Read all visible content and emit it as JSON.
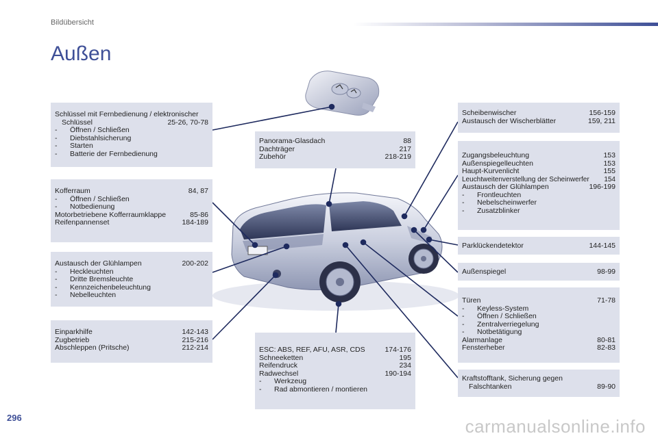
{
  "header": {
    "section": "Bildübersicht",
    "title": "Außen"
  },
  "page_number": "296",
  "footer": {
    "watermark": "carmanualsonline.info"
  },
  "boxes": {
    "key": {
      "line1": "Schlüssel mit Fernbedienung / elektronischer",
      "line2_label": "Schlüssel",
      "line2_pages": "25-26, 70-78",
      "subs": [
        "Öffnen / Schließen",
        "Diebstahlsicherung",
        "Starten",
        "Batterie der Fernbedienung"
      ]
    },
    "trunk": {
      "r1_label": "Kofferraum",
      "r1_pages": "84, 87",
      "subs": [
        "Öffnen / Schließen",
        "Notbedienung"
      ],
      "r2_label": "Motorbetriebene Kofferraumklappe",
      "r2_pages": "85-86",
      "r3_label": "Reifenpannenset",
      "r3_pages": "184-189"
    },
    "rear_bulbs": {
      "r1_label": "Austausch der Glühlampen",
      "r1_pages": "200-202",
      "subs": [
        "Heckleuchten",
        "Dritte Bremsleuchte",
        "Kennzeichenbeleuchtung",
        "Nebelleuchten"
      ]
    },
    "parking": {
      "r1_label": "Einparkhilfe",
      "r1_pages": "142-143",
      "r2_label": "Zugbetrieb",
      "r2_pages": "215-216",
      "r3_label": "Abschleppen (Pritsche)",
      "r3_pages": "212-214"
    },
    "roof": {
      "r1_label": "Panorama-Glasdach",
      "r1_pages": "88",
      "r2_label": "Dachträger",
      "r2_pages": "217",
      "r3_label": "Zubehör",
      "r3_pages": "218-219"
    },
    "esc": {
      "r1_label": "ESC: ABS, REF, AFU, ASR, CDS",
      "r1_pages": "174-176",
      "r2_label": "Schneeketten",
      "r2_pages": "195",
      "r3_label": "Reifendruck",
      "r3_pages": "234",
      "r4_label": "Radwechsel",
      "r4_pages": "190-194",
      "subs": [
        "Werkzeug",
        "Rad abmontieren / montieren"
      ]
    },
    "wipers": {
      "r1_label": "Scheibenwischer",
      "r1_pages": "156-159",
      "r2_label": "Austausch der Wischerblätter",
      "r2_pages": "159, 211"
    },
    "front_lights": {
      "r1_label": "Zugangsbeleuchtung",
      "r1_pages": "153",
      "r2_label": "Außenspiegelleuchten",
      "r2_pages": "153",
      "r3_label": "Haupt-Kurvenlicht",
      "r3_pages": "155",
      "r4_label": "Leuchtweitenverstellung der Scheinwerfer",
      "r4_pages": "154",
      "r5_label": "Austausch der Glühlampen",
      "r5_pages": "196-199",
      "subs": [
        "Frontleuchten",
        "Nebelscheinwerfer",
        "Zusatzblinker"
      ]
    },
    "park_sensor": {
      "r1_label": "Parklückendetektor",
      "r1_pages": "144-145"
    },
    "mirror": {
      "r1_label": "Außenspiegel",
      "r1_pages": "98-99"
    },
    "doors": {
      "r1_label": "Türen",
      "r1_pages": "71-78",
      "subs": [
        "Keyless-System",
        "Öffnen / Schließen",
        "Zentralverriegelung",
        "Notbetätigung"
      ],
      "r2_label": "Alarmanlage",
      "r2_pages": "80-81",
      "r3_label": "Fensterheber",
      "r3_pages": "82-83"
    },
    "fuel": {
      "line1": "Kraftstofftank, Sicherung gegen",
      "line2_label": "Falschtanken",
      "line2_pages": "89-90"
    }
  },
  "colors": {
    "accent": "#3e4f97",
    "box_bg": "#dde0eb",
    "callout_line": "#1e2a5e"
  }
}
